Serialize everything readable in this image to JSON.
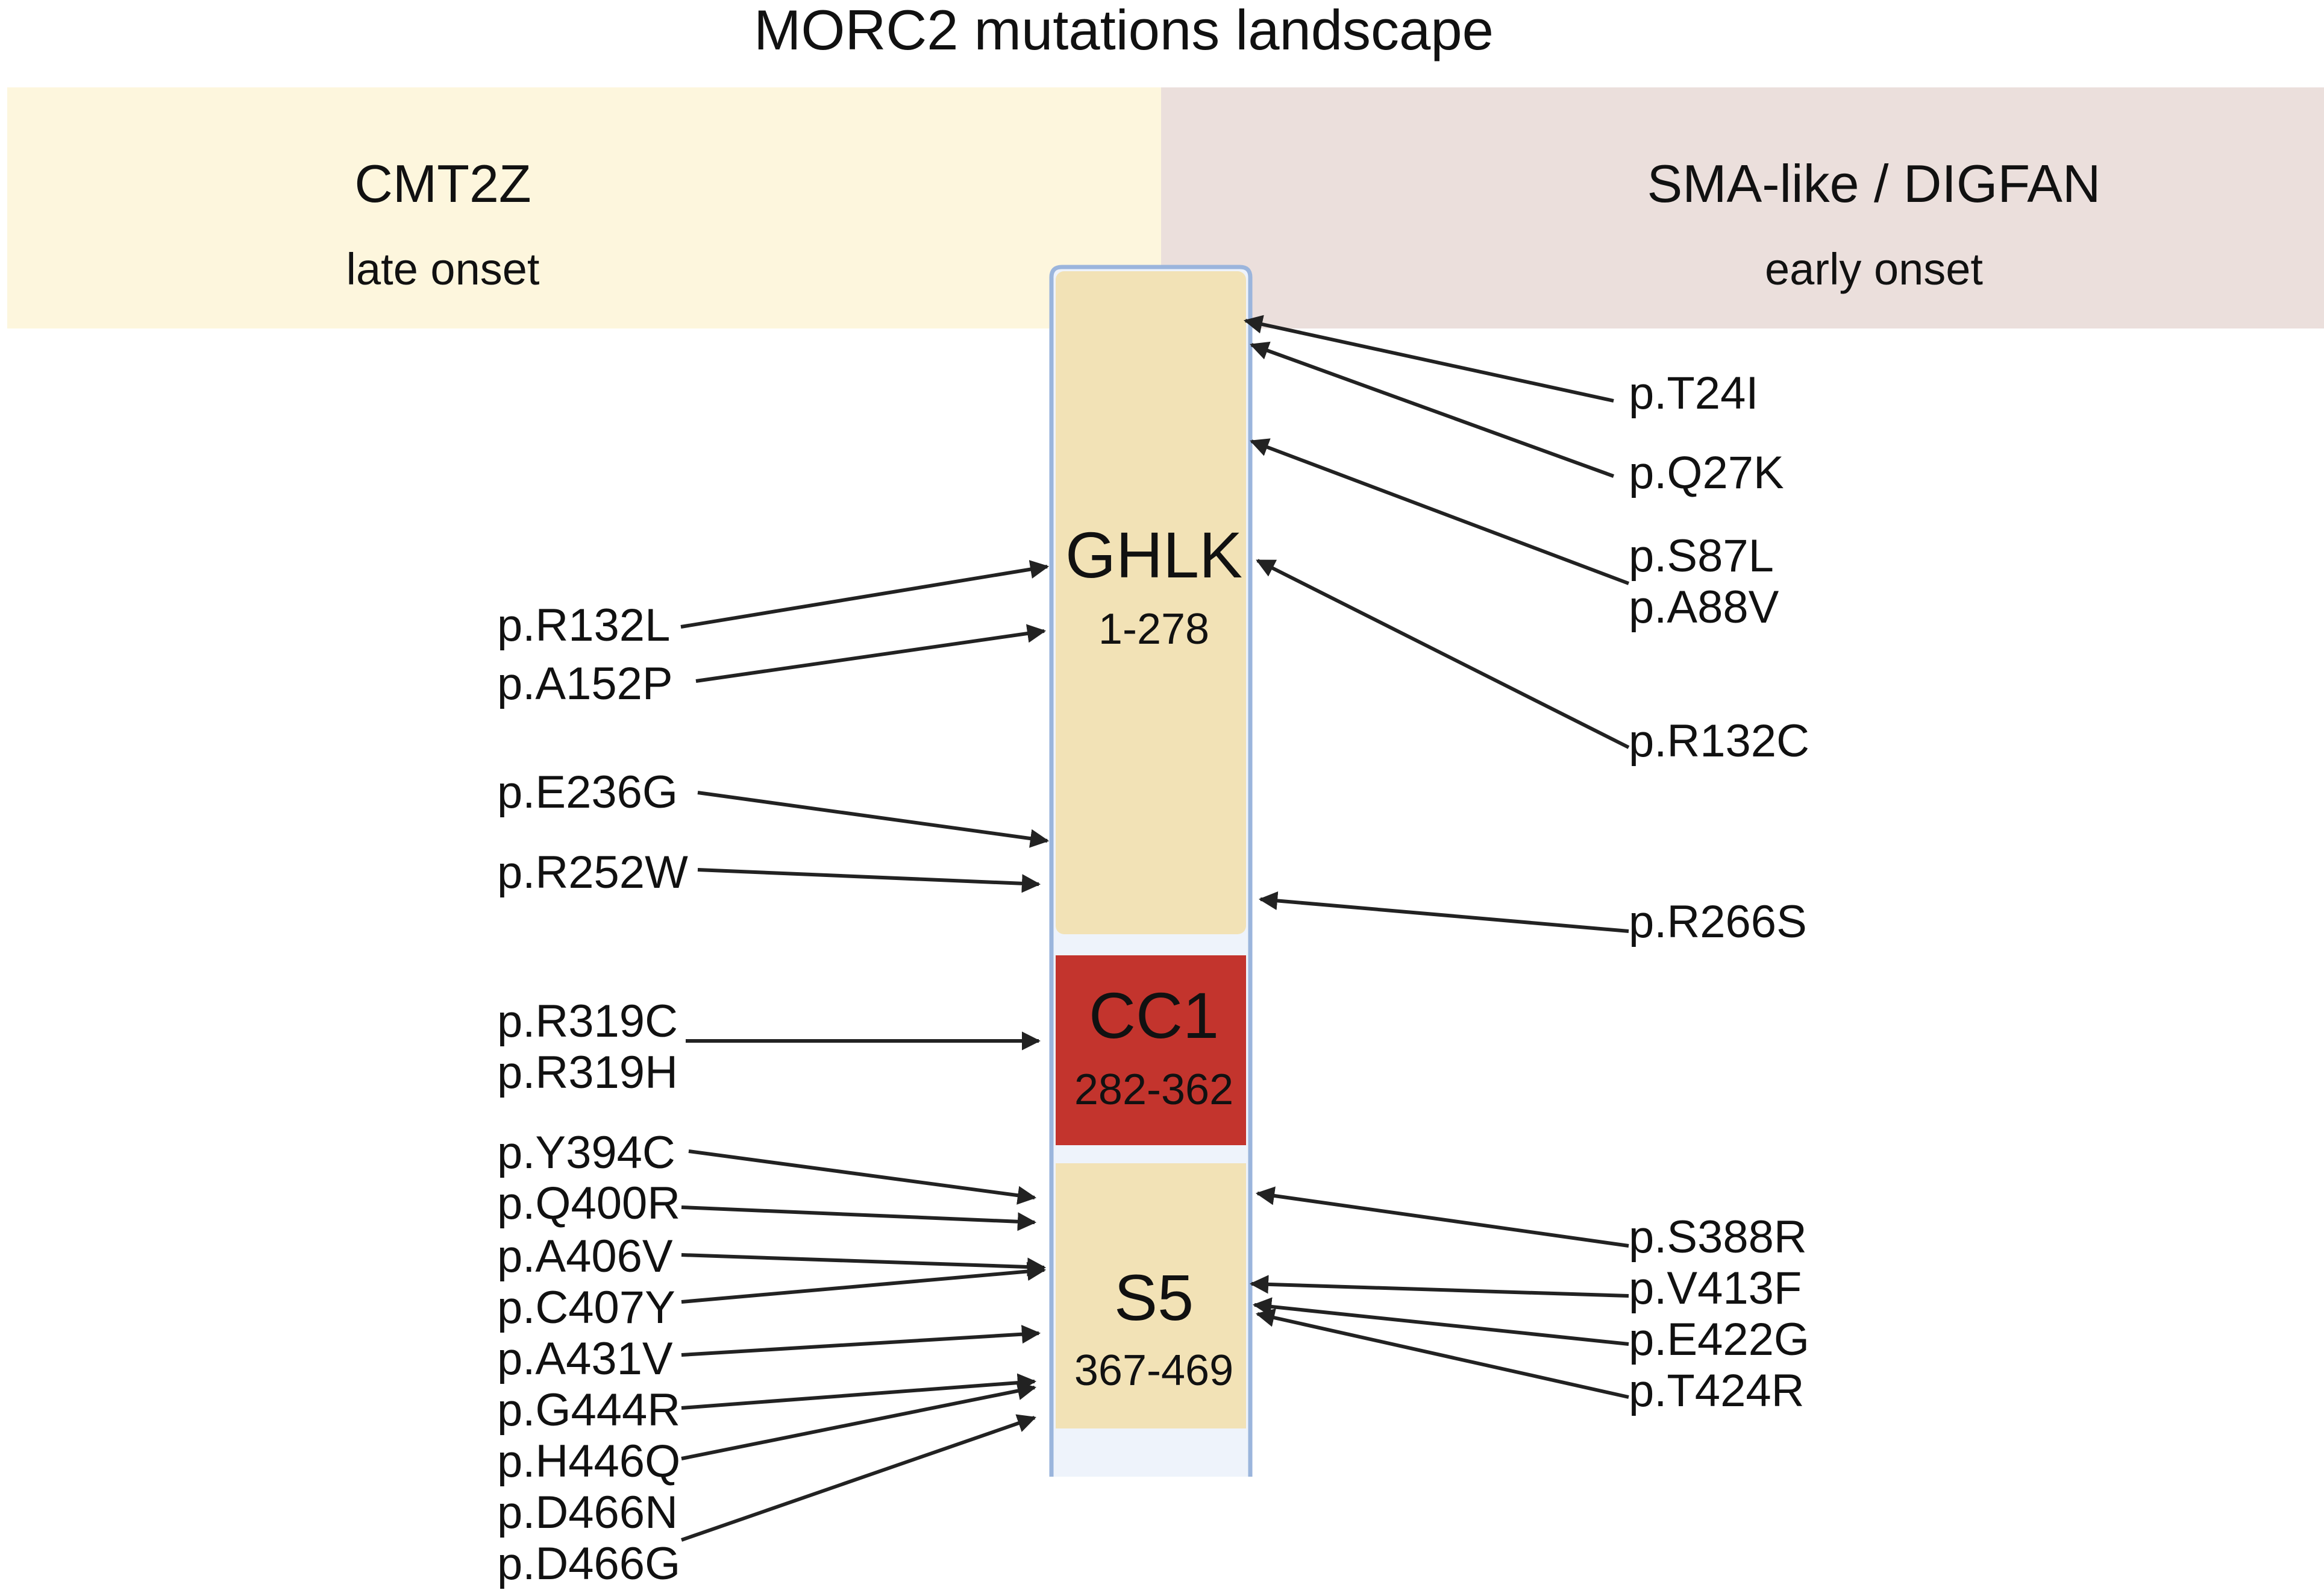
{
  "title": "MORC2 mutations landscape",
  "phenotypes": {
    "left": {
      "name": "CMT2Z",
      "onset": "late onset",
      "color": "#fdf6dd"
    },
    "right": {
      "name": "SMA-like / DIGFAN",
      "onset": "early onset",
      "color": "#ebdfdc"
    }
  },
  "protein": {
    "outline_color": "#9bb5dc",
    "track_color": "#eef3fb",
    "domains": [
      {
        "name": "GHLK",
        "range": "1-278",
        "color": "#f2e2b6"
      },
      {
        "name": "CC1",
        "range": "282-362",
        "color": "#c3342d"
      },
      {
        "name": "S5",
        "range": "367-469",
        "color": "#f2e2b6"
      }
    ]
  },
  "mutations": {
    "left": [
      {
        "label": "p.R132L"
      },
      {
        "label": "p.A152P"
      },
      {
        "label": "p.E236G"
      },
      {
        "label": "p.R252W"
      },
      {
        "label": "p.R319C"
      },
      {
        "label": "p.R319H"
      },
      {
        "label": "p.Y394C"
      },
      {
        "label": "p.Q400R"
      },
      {
        "label": "p.A406V"
      },
      {
        "label": "p.C407Y"
      },
      {
        "label": "p.A431V"
      },
      {
        "label": "p.G444R"
      },
      {
        "label": "p.H446Q"
      },
      {
        "label": "p.D466N"
      },
      {
        "label": "p.D466G"
      }
    ],
    "right": [
      {
        "label": "p.T24I"
      },
      {
        "label": "p.Q27K"
      },
      {
        "label": "p.S87L"
      },
      {
        "label": "p.A88V"
      },
      {
        "label": "p.R132C"
      },
      {
        "label": "p.R266S"
      },
      {
        "label": "p.S388R"
      },
      {
        "label": "p.V413F"
      },
      {
        "label": "p.E422G"
      },
      {
        "label": "p.T424R"
      }
    ]
  },
  "arrow_color": "#222222"
}
